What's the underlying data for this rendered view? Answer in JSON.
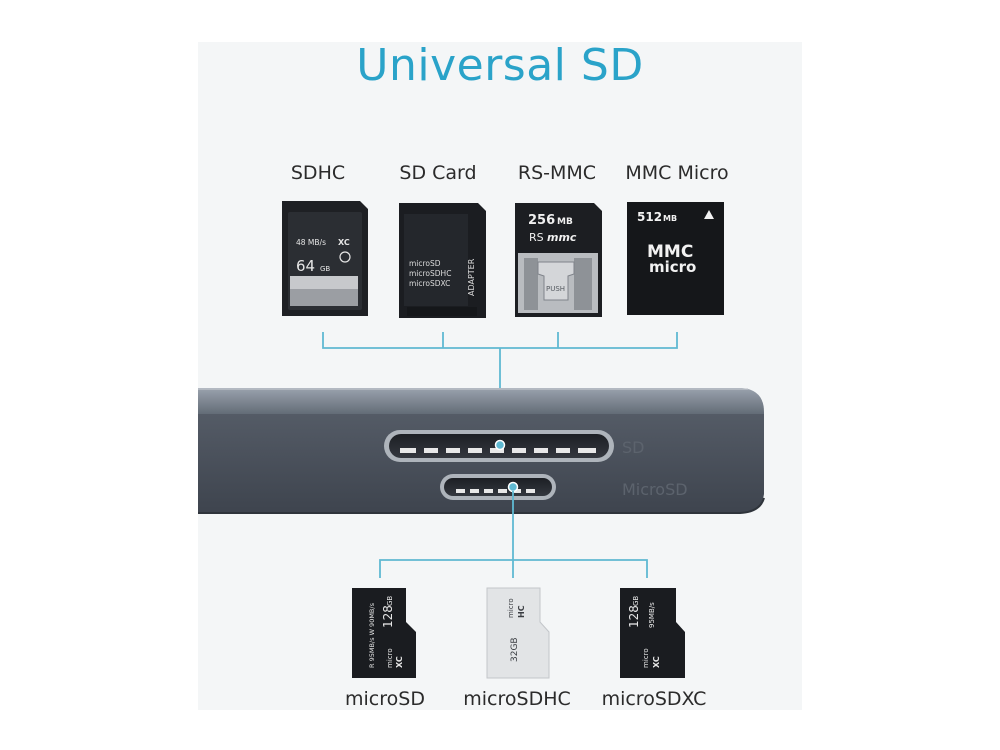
{
  "title": "Universal SD",
  "top_cards": [
    {
      "label": "SDHC",
      "print_speed": "48 MB/s",
      "print_class": "XC",
      "print_capacity": "64",
      "print_unit": "GB"
    },
    {
      "label": "SD Card",
      "print_lines": [
        "microSD",
        "microSDHC",
        "microSDXC"
      ],
      "print_side": "ADAPTER"
    },
    {
      "label": "RS-MMC",
      "print_capacity": "256",
      "print_unit": "MB",
      "print_brand": "RS",
      "print_brand2": "mmc",
      "print_push": "PUSH"
    },
    {
      "label": "MMC Micro",
      "print_capacity": "512",
      "print_unit": "MB",
      "print_brand": "MMC",
      "print_brand2": "micro"
    }
  ],
  "ports": {
    "sd": "SD",
    "microsd": "MicroSD"
  },
  "bottom_cards": [
    {
      "label": "microSD",
      "print_capacity": "128",
      "print_unit": "GB",
      "print_speed": "R 95MB/s W 90MB/s",
      "print_brand": "micro",
      "print_class": "XC"
    },
    {
      "label": "microSDHC",
      "print_capacity": "32GB",
      "print_brand": "micro",
      "print_class": "HC"
    },
    {
      "label": "microSDXC",
      "print_capacity": "128",
      "print_unit": "GB",
      "print_speed": "95MB/s",
      "print_brand": "micro",
      "print_class": "XC"
    }
  ],
  "colors": {
    "accent": "#2aa3c9",
    "connector": "#5fb9d2",
    "device": "#4a515c"
  }
}
